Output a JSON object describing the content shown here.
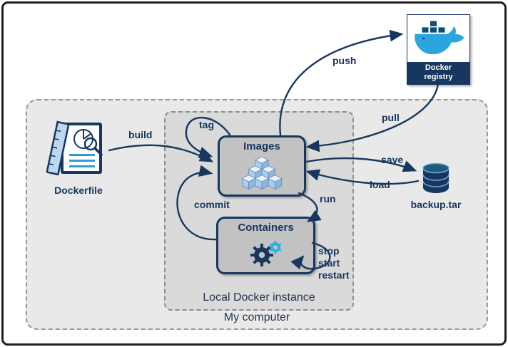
{
  "outer": {
    "label": "My computer"
  },
  "inner": {
    "label": "Local Docker instance"
  },
  "nodes": {
    "dockerfile": {
      "label": "Dockerfile"
    },
    "images": {
      "label": "Images"
    },
    "containers": {
      "label": "Containers"
    },
    "registry": {
      "line1": "Docker",
      "line2": "registry"
    },
    "backup": {
      "label": "backup.tar"
    }
  },
  "edges": {
    "build": {
      "label": "build"
    },
    "tag": {
      "label": "tag"
    },
    "push": {
      "label": "push"
    },
    "pull": {
      "label": "pull"
    },
    "save": {
      "label": "save"
    },
    "load": {
      "label": "load"
    },
    "run": {
      "label": "run"
    },
    "commit": {
      "label": "commit"
    },
    "stop": {
      "label": "stop"
    },
    "start": {
      "label": "start"
    },
    "restart": {
      "label": "restart"
    }
  },
  "colors": {
    "arrow": "#17375e",
    "navy": "#17375e",
    "box_fill": "#c2c2c2",
    "outer_region_fill": "#e9e9e9",
    "inner_region_fill": "#dadada",
    "docker_blue": "#2aa5dd",
    "cube_blue": "#8cb8e0",
    "registry_caption_bg": "#17375e"
  }
}
